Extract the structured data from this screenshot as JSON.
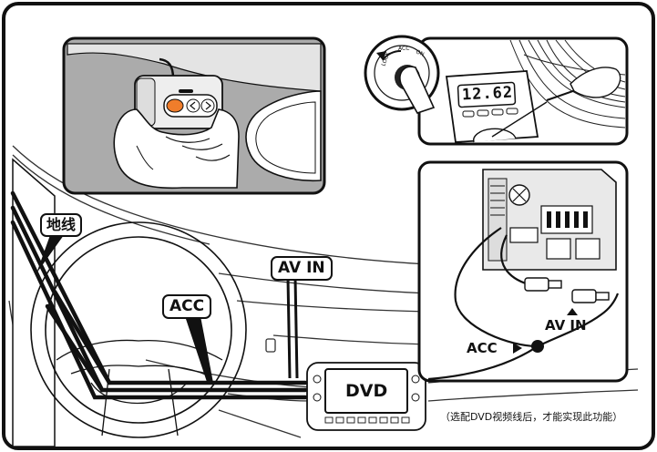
{
  "labels": {
    "ground": "地线",
    "acc_main": "ACC",
    "av_in_main": "AV IN",
    "dvd": "DVD",
    "acc_detail": "ACC",
    "av_in_detail": "AV IN"
  },
  "meter_reading": "12.62",
  "ignition_switch": {
    "lock": "LOCK",
    "acc": "ACC",
    "on": "ON"
  },
  "note": "（选配DVD视频线后，才能实现此功能）"
}
